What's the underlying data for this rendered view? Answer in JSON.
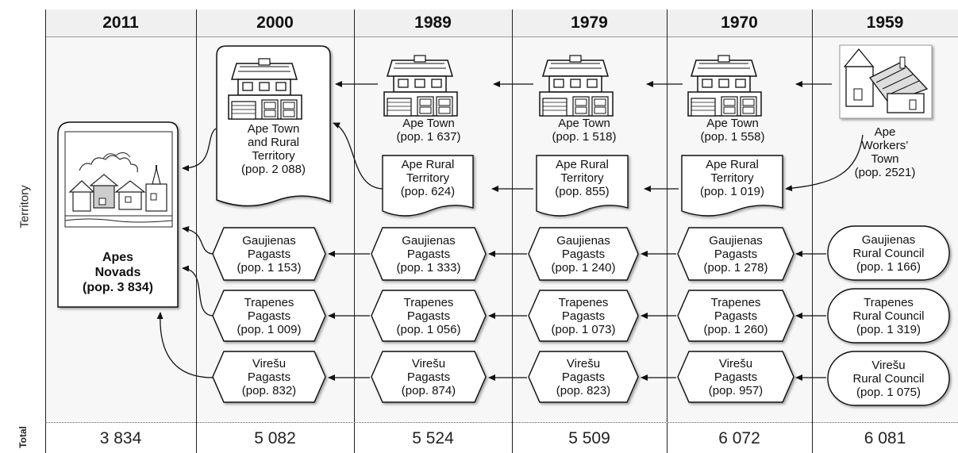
{
  "years": [
    "2011",
    "2000",
    "1989",
    "1979",
    "1970",
    "1959"
  ],
  "row_labels": {
    "territory": "Territory",
    "total": "Total"
  },
  "totals": [
    "3 834",
    "5 082",
    "5 524",
    "5 509",
    "6 072",
    "6 081"
  ],
  "nodes": {
    "apes_novads": [
      "Apes",
      "Novads",
      "(pop. 3 834)"
    ],
    "ape_town_rural_2000": [
      "Ape Town",
      "and Rural",
      "Territory",
      "(pop. 2 088)"
    ],
    "ape_town_1989": [
      "Ape Town",
      "(pop. 1 637)"
    ],
    "ape_town_1979": [
      "Ape Town",
      "(pop. 1 518)"
    ],
    "ape_town_1970": [
      "Ape Town",
      "(pop. 1 558)"
    ],
    "ape_workers_1959": [
      "Ape",
      "Workers’",
      "Town",
      "(pop. 2521)"
    ],
    "ape_rural_1989": [
      "Ape Rural",
      "Territory",
      "(pop. 624)"
    ],
    "ape_rural_1979": [
      "Ape Rural",
      "Territory",
      "(pop. 855)"
    ],
    "ape_rural_1970": [
      "Ape Rural",
      "Territory",
      "(pop. 1 019)"
    ],
    "gauj_2000": [
      "Gaujienas",
      "Pagasts",
      "(pop. 1 153)"
    ],
    "gauj_1989": [
      "Gaujienas",
      "Pagasts",
      "(pop. 1 333)"
    ],
    "gauj_1979": [
      "Gaujienas",
      "Pagasts",
      "(pop. 1 240)"
    ],
    "gauj_1970": [
      "Gaujienas",
      "Pagasts",
      "(pop. 1 278)"
    ],
    "gauj_1959": [
      "Gaujienas",
      "Rural Council",
      "(pop. 1 166)"
    ],
    "trap_2000": [
      "Trapenes",
      "Pagasts",
      "(pop. 1 009)"
    ],
    "trap_1989": [
      "Trapenes",
      "Pagasts",
      "(pop. 1 056)"
    ],
    "trap_1979": [
      "Trapenes",
      "Pagasts",
      "(pop. 1 073)"
    ],
    "trap_1970": [
      "Trapenes",
      "Pagasts",
      "(pop. 1 260)"
    ],
    "trap_1959": [
      "Trapenes",
      "Rural Council",
      "(pop. 1 319)"
    ],
    "vire_2000": [
      "Virešu",
      "Pagasts",
      "(pop. 832)"
    ],
    "vire_1989": [
      "Virešu",
      "Pagasts",
      "(pop. 874)"
    ],
    "vire_1979": [
      "Virešu",
      "Pagasts",
      "(pop. 823)"
    ],
    "vire_1970": [
      "Virešu",
      "Pagasts",
      "(pop. 957)"
    ],
    "vire_1959": [
      "Virešu",
      "Rural Council",
      "(pop. 1 075)"
    ]
  }
}
